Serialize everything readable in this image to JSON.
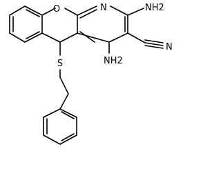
{
  "structure": {
    "atoms": {
      "ring_oxygen": "O",
      "pyridine_nitrogen": "N",
      "amine_2": "NH2",
      "amine_4": "NH2",
      "nitrile_nitrogen": "N",
      "sulfur": "S"
    },
    "colors": {
      "bond": "#000000",
      "label": "#000000",
      "background": "#ffffff"
    }
  }
}
